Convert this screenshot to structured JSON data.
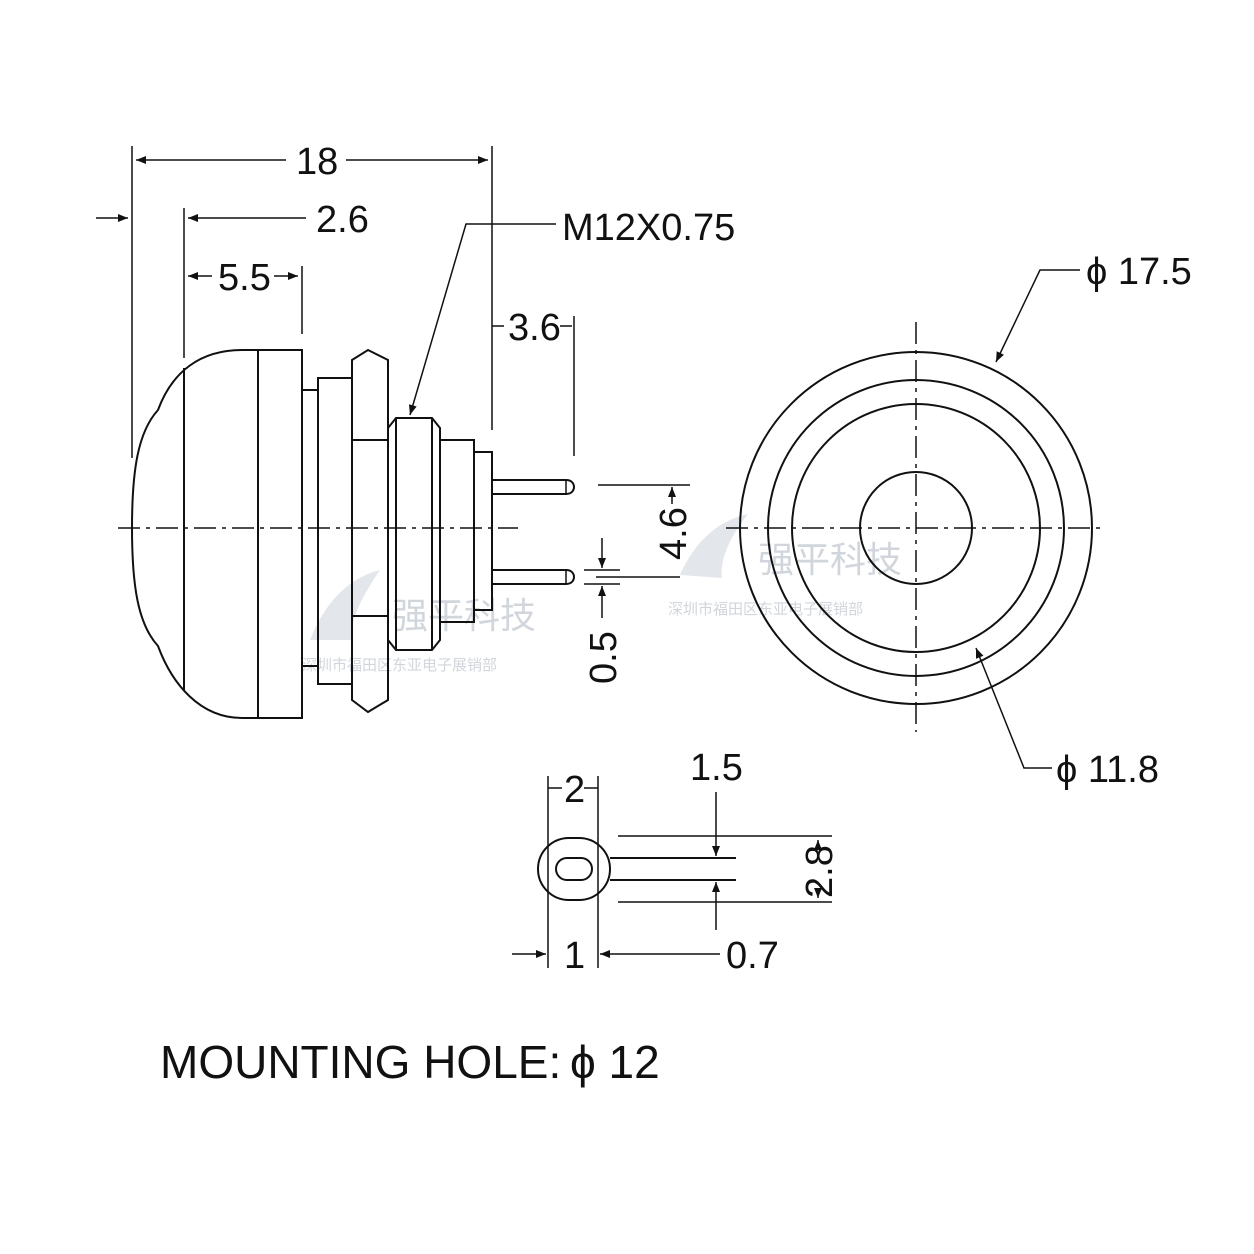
{
  "dimensions": {
    "overall_length": "18",
    "cap_offset": "2.6",
    "cap_length": "5.5",
    "thread": "M12X0.75",
    "pin_length": "3.6",
    "pin_spacing": "4.6",
    "pin_thickness": "0.5",
    "outer_diameter": "ϕ 17.5",
    "inner_diameter": "ϕ 11.8",
    "terminal_width": "2",
    "terminal_hole": "1.5",
    "terminal_height": "2.8",
    "terminal_1": "1",
    "terminal_gap": "0.7"
  },
  "mounting_hole": {
    "label": "MOUNTING HOLE:",
    "value": "ϕ 12"
  },
  "watermark": {
    "brand": "强平科技",
    "subtitle": "深圳市福田区东亚电子展销部"
  }
}
